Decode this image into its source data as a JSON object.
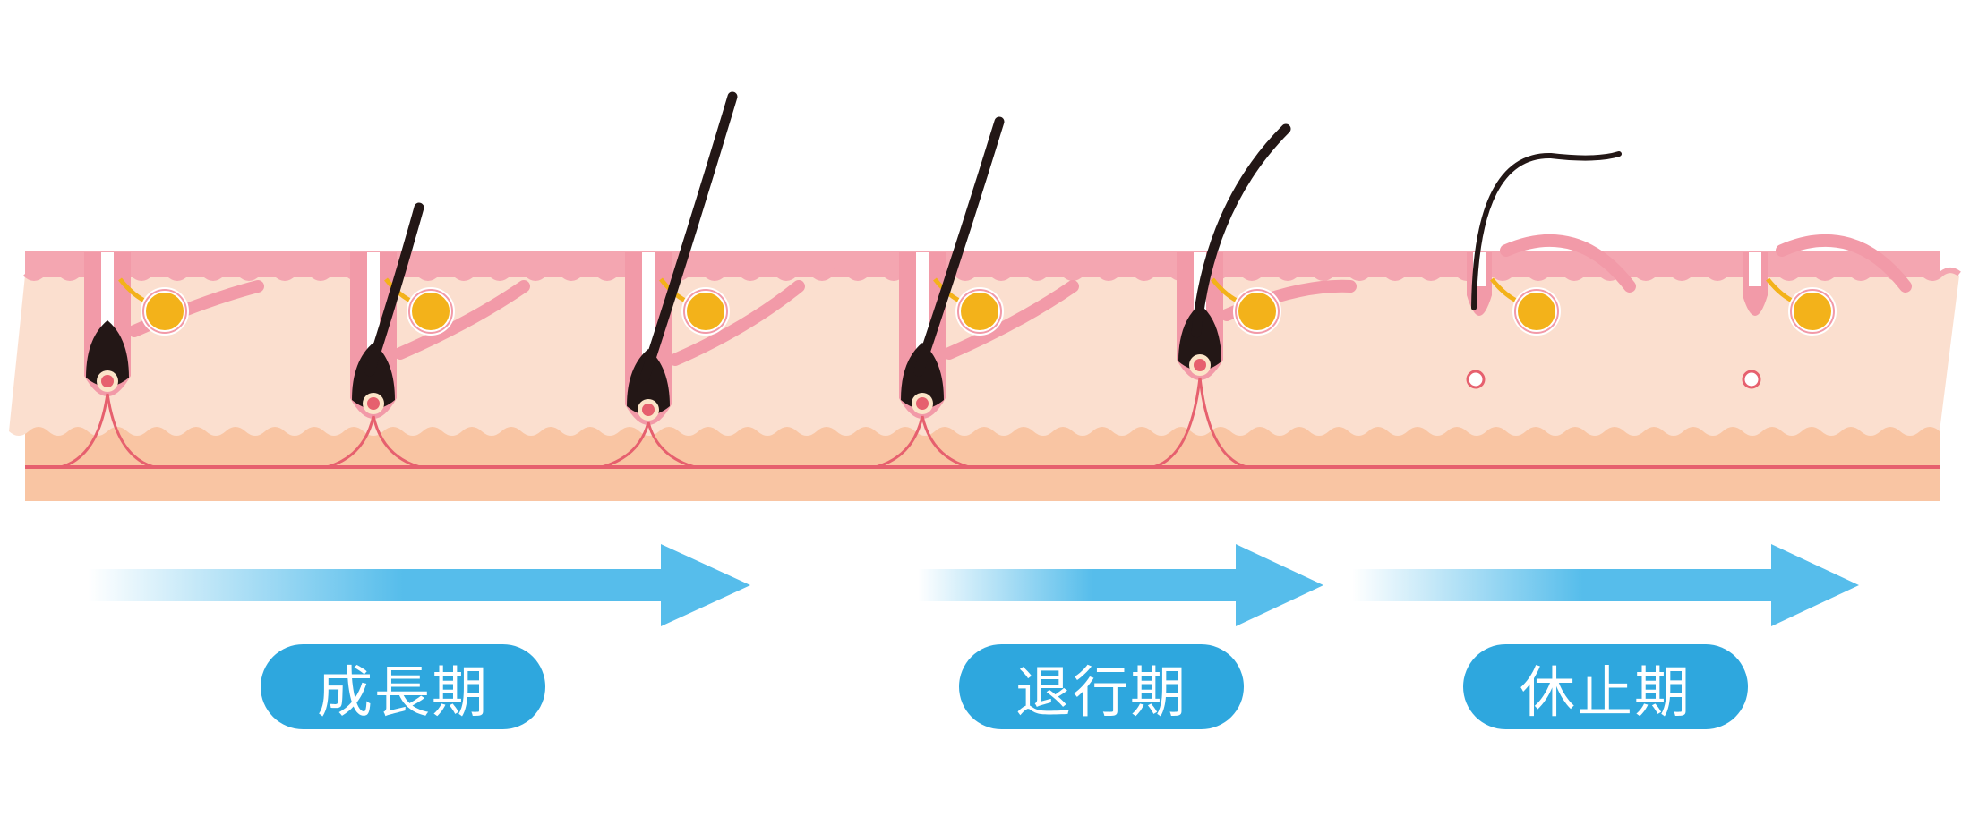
{
  "phases": [
    {
      "label": "成長期"
    },
    {
      "label": "退行期"
    },
    {
      "label": "休止期"
    }
  ],
  "colors": {
    "label_bg": "#2ea7de",
    "arrow": "#56bdeb",
    "epidermis": "#f4a6b1",
    "dermis": "#fbdfcf",
    "subcutis": "#f9c5a3",
    "blood_vessel": "#e6606e",
    "hair": "#231716",
    "sebaceous_gland": "#f3b21a",
    "sheath": "#f29aa8"
  },
  "icons": [
    "hair-follicle-icon",
    "sebaceous-gland-icon",
    "blood-vessel-icon",
    "arrow-right-icon"
  ]
}
